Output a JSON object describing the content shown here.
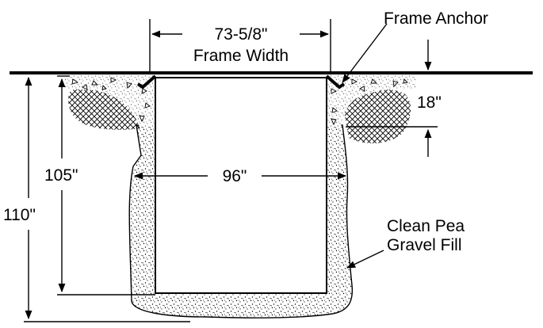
{
  "labels": {
    "frame_width_value": "73-5/8\"",
    "frame_width_caption": "Frame Width",
    "frame_anchor": "Frame Anchor",
    "slab_depth": "18\"",
    "inner_depth": "105\"",
    "overall_depth": "110\"",
    "chamber_width": "96\"",
    "fill_line1": "Clean Pea",
    "fill_line2": "Gravel Fill"
  },
  "colors": {
    "ink": "#000000",
    "paper": "#ffffff"
  }
}
